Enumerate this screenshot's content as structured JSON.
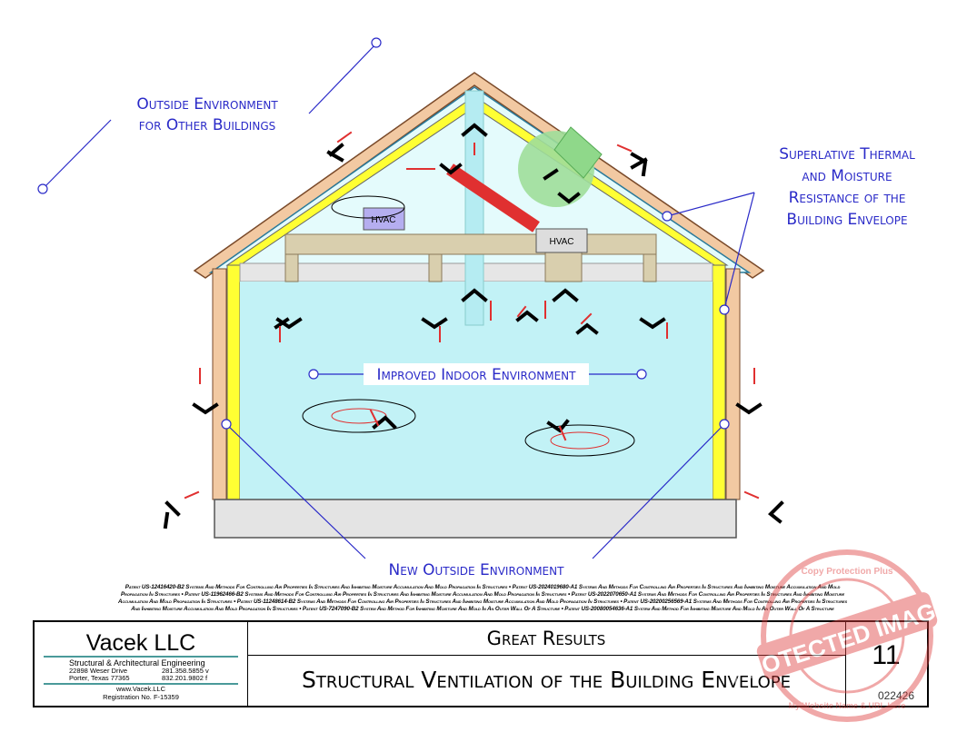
{
  "labels": {
    "outside_other": [
      "Outside Environment",
      "for Other Buildings"
    ],
    "superlative": [
      "Superlative Thermal",
      "and Moisture",
      "Resistance of the",
      "Building Envelope"
    ],
    "indoor": "Improved Indoor Environment",
    "new_outside": "New Outside Environment",
    "hvac_attic": "HVAC",
    "hvac_main": "HVAC"
  },
  "patents": [
    "Patent US-12416420-B2 Systems And Methods For Controlling Air Properties In Structures And Inhibiting Moisture Accumulation And Mold Propagation In Structures • Patent US-2024019680-A1 Systems And Methods For Controlling Air Properties In Structures And Inhibiting Moisture Accumulation And Mold",
    "Propagation In Structures • Patent US-11962466-B2 Systems And Methods For Controlling Air Properties In Structures And Inhibiting Moisture Accumulation And Mold Propagation In Structures • Patent US-2022070650-A1 Systems And Methods For Controlling Air Properties In Structures And Inhibiting Moisture",
    "Accumulation And Mold Propagation In Structures • Patent US-11248614-B2 Systems And Methods For Controlling Air Properties In Structures And Inhibiting Moisture Accumulation And Mold Propagation In Structures • Patent US-20200256569-A1 Systems And Methods For Controlling Air Properties In Structures",
    "And Inhibiting Moisture Accumulation And Mold Propagation In Structures • Patent US-7247090-B2 System And Method For Inhibiting Moisture And Mold In An Outer Wall Of A Structure • Patent US-20080054636-A1 System And Method For Inhibiting Moisture And Mold In An Outer Wall Of A Structure"
  ],
  "title_block": {
    "company": "Vacek LLC",
    "subtitle": "Structural & Architectural Engineering",
    "address1": "22898 Weser Drive",
    "phone1": "281.358.5855  v",
    "address2": "Porter, Texas  77365",
    "phone2": "832.201.9802  f",
    "website": "www.Vacek.LLC",
    "registration": "Registration No. F-15359",
    "heading": "Great Results",
    "title": "Structural Ventilation of the Building Envelope",
    "page": "11",
    "date": "022426"
  },
  "watermark": {
    "top": "Copy Protection Plus",
    "center": "PROTECTED IMAGES",
    "bottom": "My Website Name & URL Here"
  },
  "colors": {
    "label": "#2a2ac8",
    "insulation": "#ffff33",
    "interior": "#c2f2f6",
    "siding": "#f2c9a2",
    "duct": "#d9cfae",
    "pipe": "#e03030"
  }
}
